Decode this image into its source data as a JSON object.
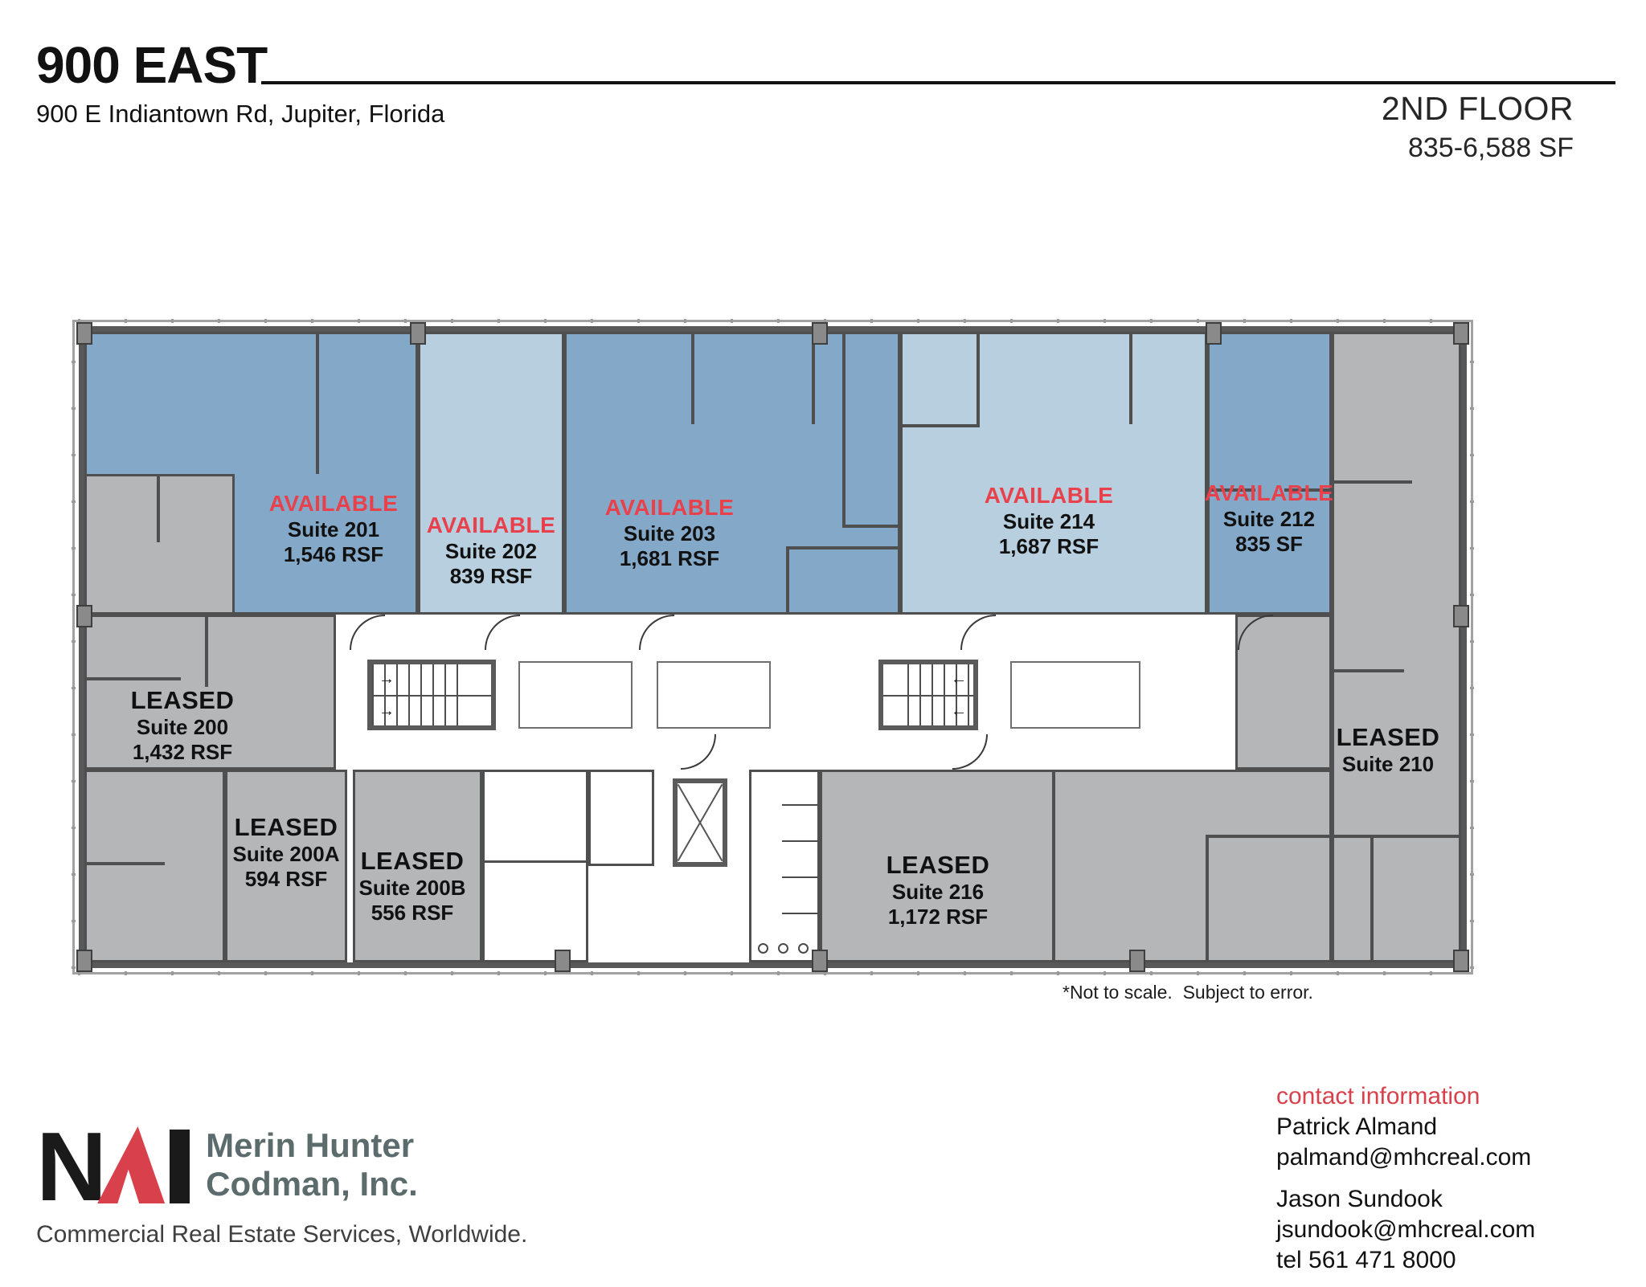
{
  "header": {
    "title": "900 EAST",
    "address": "900 E Indiantown Rd, Jupiter, Florida",
    "floor": "2ND FLOOR",
    "size_range": "835-6,588 SF"
  },
  "floor_plan": {
    "disclaimer": "*Not to scale.  Subject to error.",
    "suites": [
      {
        "id": "201",
        "status": "AVAILABLE",
        "name": "Suite 201",
        "area": "1,546 RSF",
        "fill": "available-dark"
      },
      {
        "id": "202",
        "status": "AVAILABLE",
        "name": "Suite 202",
        "area": "839 RSF",
        "fill": "available-light"
      },
      {
        "id": "203",
        "status": "AVAILABLE",
        "name": "Suite 203",
        "area": "1,681 RSF",
        "fill": "available-dark"
      },
      {
        "id": "214",
        "status": "AVAILABLE",
        "name": "Suite 214",
        "area": "1,687 RSF",
        "fill": "available-light"
      },
      {
        "id": "212",
        "status": "AVAILABLE",
        "name": "Suite 212",
        "area": "835 SF",
        "fill": "available-dark"
      },
      {
        "id": "200",
        "status": "LEASED",
        "name": "Suite 200",
        "area": "1,432 RSF",
        "fill": "leased"
      },
      {
        "id": "200A",
        "status": "LEASED",
        "name": "Suite 200A",
        "area": "594 RSF",
        "fill": "leased"
      },
      {
        "id": "200B",
        "status": "LEASED",
        "name": "Suite 200B",
        "area": "556 RSF",
        "fill": "leased"
      },
      {
        "id": "216",
        "status": "LEASED",
        "name": "Suite 216",
        "area": "1,172 RSF",
        "fill": "leased"
      },
      {
        "id": "210",
        "status": "LEASED",
        "name": "Suite 210",
        "fill": "leased"
      }
    ]
  },
  "branding": {
    "logo_letters": "NAI",
    "company_line1": "Merin Hunter",
    "company_line2": "Codman, Inc.",
    "tagline": "Commercial Real Estate Services, Worldwide."
  },
  "contact": {
    "heading": "contact information",
    "agents": [
      {
        "name": "Patrick Almand",
        "email": "palmand@mhcreal.com"
      },
      {
        "name": "Jason Sundook",
        "email": "jsundook@mhcreal.com"
      }
    ],
    "phone": "tel 561 471 8000"
  },
  "colors": {
    "available_dark": "#84a9c8",
    "available_light": "#b7cfdf",
    "leased_gray": "#b5b6b8",
    "available_red": "#e8414b",
    "brand_red": "#d8414b",
    "brand_gray": "#5c6c6d",
    "wall": "#4f4f4f"
  }
}
